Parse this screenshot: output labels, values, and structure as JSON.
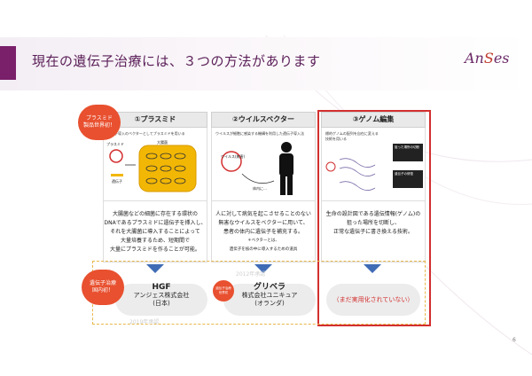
{
  "title": "現在の遺伝子治療には、３つの方法があります",
  "logo": {
    "text_a": "An",
    "text_s": "S",
    "text_b": "es"
  },
  "badges": {
    "plasmid": {
      "line1": "プラスミド",
      "line2": "製品世界初！"
    },
    "first": {
      "line1": "遺伝子治療",
      "line2": "国内初！"
    },
    "small": {
      "line1": "遺伝子治療",
      "line2": "世界初"
    }
  },
  "columns": [
    {
      "heading": "①プラスミド",
      "figure_caption": "遺伝子導入のベクターとしてプラスミドを用いる",
      "fig_labels": {
        "plasmid": "プラスミド",
        "gene": "遺伝子",
        "ecoli": "大腸菌"
      },
      "lines": [
        "大腸菌などの細菌に存在する環状の",
        "DNAであるプラスミドに遺伝子を挿入し、",
        "それを大腸菌に導入することによって",
        "大量培養するため、短期間で",
        "大量にプラスミドを作ることが可能。"
      ]
    },
    {
      "heading": "②ウイルスベクター",
      "figure_caption": "ウイルスが細胞に感染する機構を利用した遺伝子導入法",
      "fig_labels": {
        "virus": "ウイルス(無害)",
        "into_body": "体内に…"
      },
      "lines": [
        "人に対して病気を起こさせることのない",
        "無害なウイルスをベクターに用いて、",
        "患者の体内に遺伝子を補充する。",
        "＊ベクターとは、",
        "遺伝子を核の中に導入するための道具"
      ]
    },
    {
      "heading": "③ゲノム編集",
      "figure_caption": "標的ゲノムの配列を自在に変える技術を用いる",
      "fig_labels": {
        "cut": "狙った場所の切断",
        "repair": "遺伝子の修復"
      },
      "lines": [
        "生命の設計図である遺伝情報(ゲノム)の",
        "狙った場所を切断し、",
        "正常な遺伝子に書き換える技術。"
      ]
    }
  ],
  "products": [
    {
      "name": "HGF",
      "company": "アンジェス株式会社",
      "country": "(日本)",
      "watermark": "2019年承認"
    },
    {
      "name": "グリベラ",
      "company": "株式会社ユニキュア",
      "country": "(オランダ)",
      "watermark": "2012年承認"
    },
    {
      "note": "（まだ実用化されていない）"
    }
  ],
  "page_number": "6"
}
